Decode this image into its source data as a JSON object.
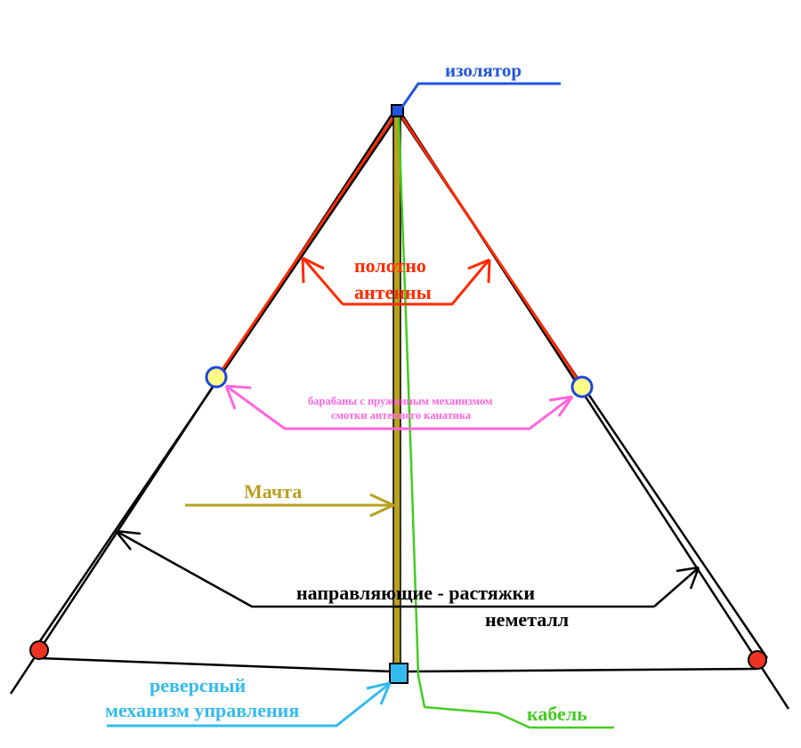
{
  "labels": {
    "insulator": "изолятор",
    "antenna_line1": "полотно",
    "antenna_line2": "антенны",
    "drums_line1": "барабаны с пружинным механизмом",
    "drums_line2": "смотки антенного канатика",
    "mast": "Мачта",
    "guides_line1": "направляющие  - растяжки",
    "guides_line2": "неметалл",
    "reverse_line1": "реверсный",
    "reverse_line2": "механизм управления",
    "cable": "кабель"
  },
  "colors": {
    "guides": "#000000",
    "antenna": "#ff2a00",
    "drums_label": "#ff66dd",
    "drum_fill": "#ffff88",
    "drum_stroke": "#2244dd",
    "anchor_fill": "#ee3322",
    "mast": "#b8a020",
    "cable": "#44cc22",
    "insulator": "#2255dd",
    "reverse": "#33bbee"
  }
}
